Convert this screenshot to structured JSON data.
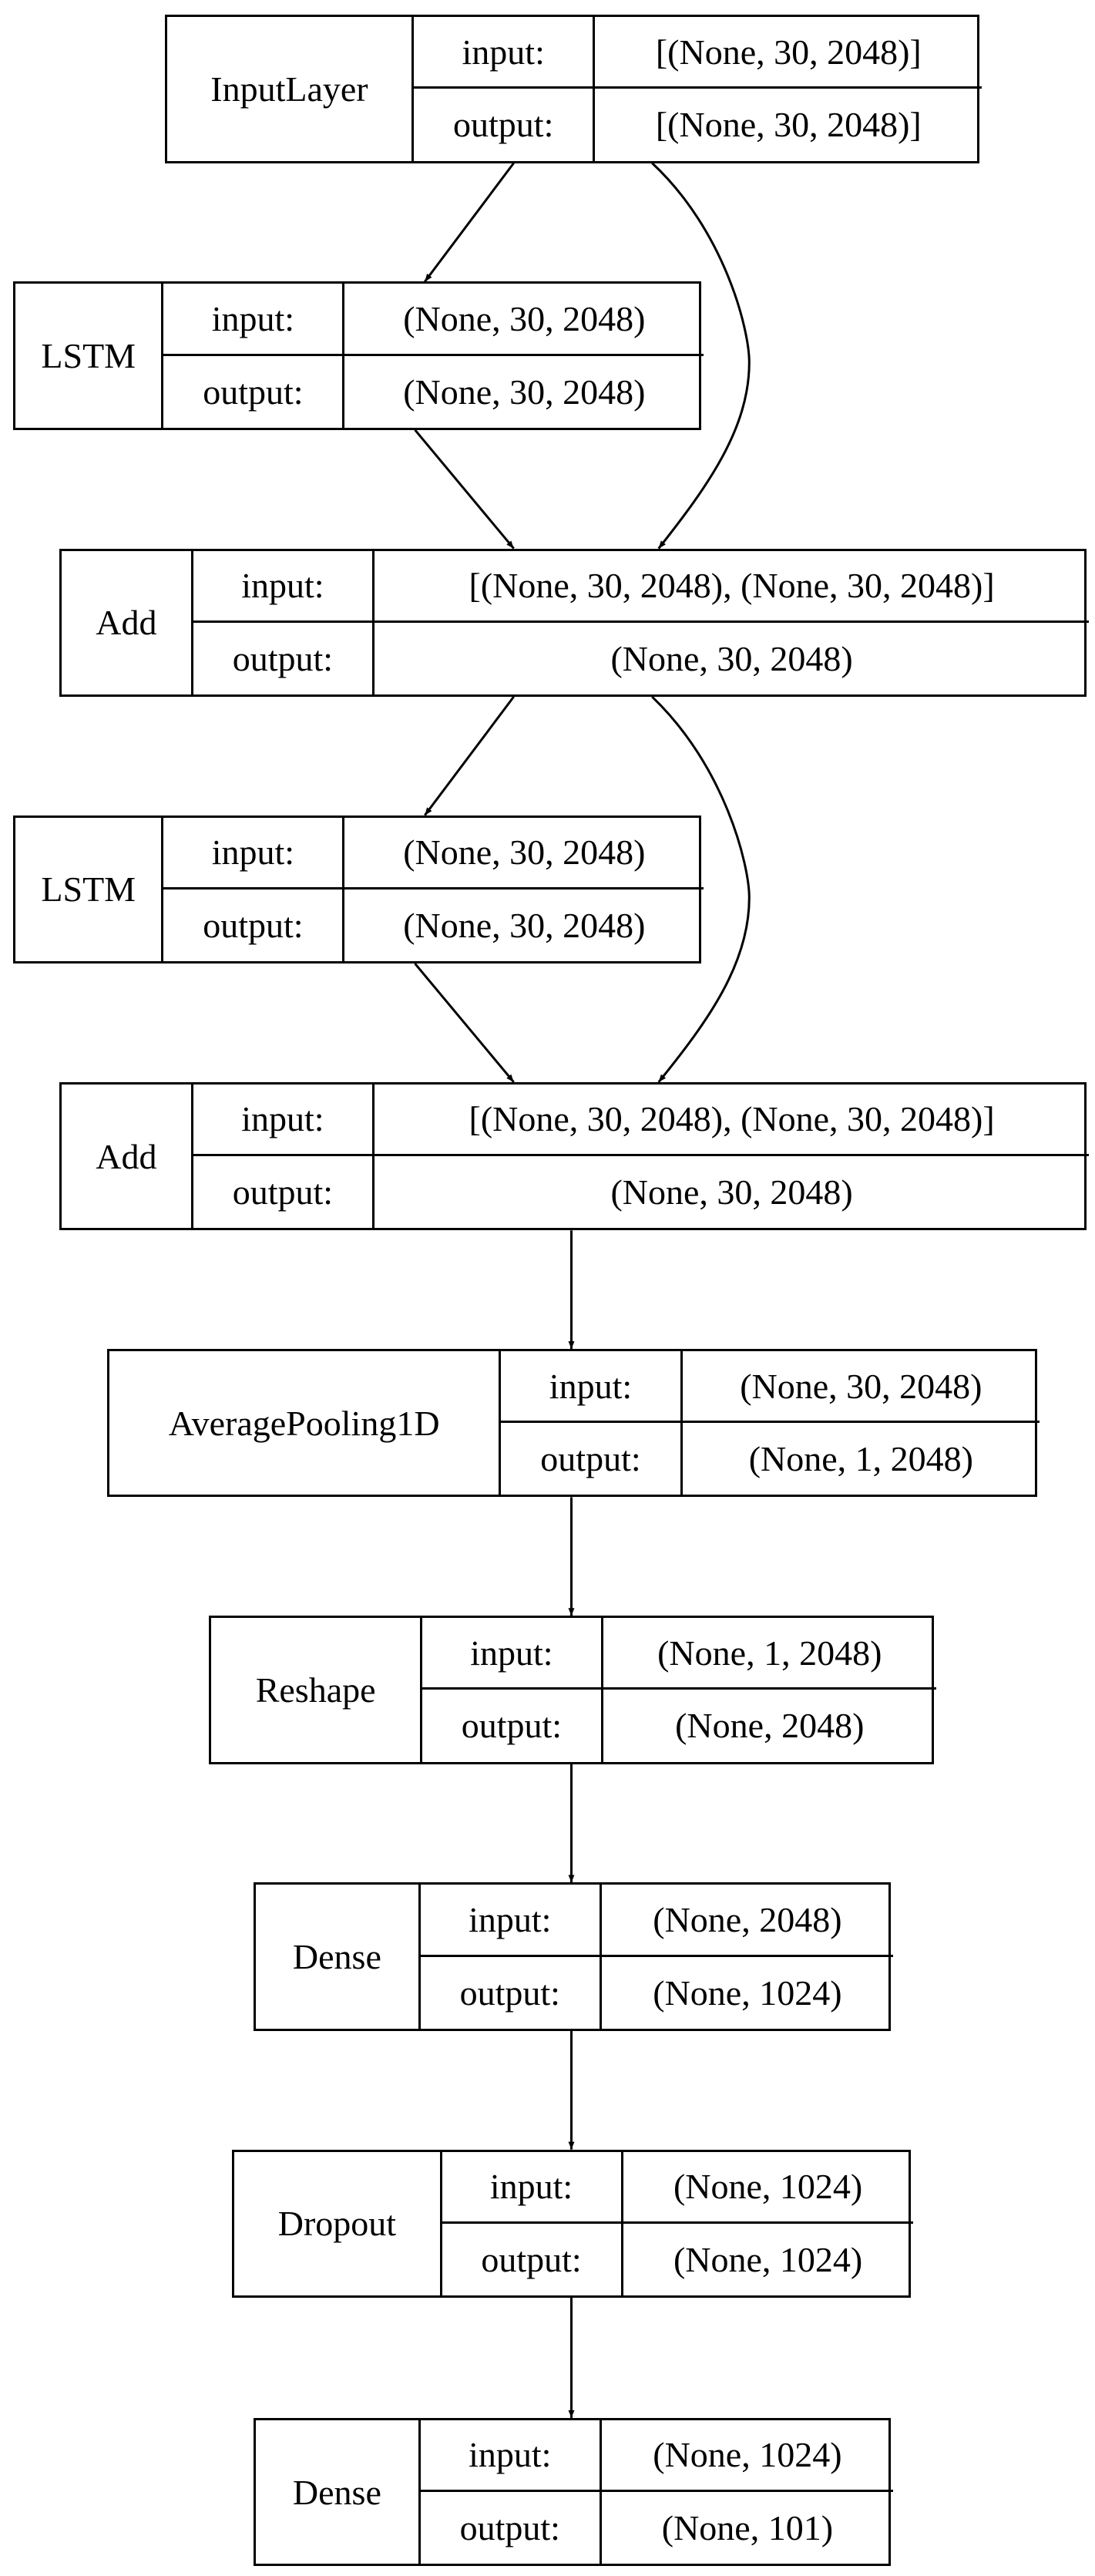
{
  "diagram": {
    "nodes": [
      {
        "name": "InputLayer",
        "input_label": "input:",
        "input": "[(None, 30, 2048)]",
        "output_label": "output:",
        "output": "[(None, 30, 2048)]"
      },
      {
        "name": "LSTM",
        "input_label": "input:",
        "input": "(None, 30, 2048)",
        "output_label": "output:",
        "output": "(None, 30, 2048)"
      },
      {
        "name": "Add",
        "input_label": "input:",
        "input": "[(None, 30, 2048), (None, 30, 2048)]",
        "output_label": "output:",
        "output": "(None, 30, 2048)"
      },
      {
        "name": "LSTM",
        "input_label": "input:",
        "input": "(None, 30, 2048)",
        "output_label": "output:",
        "output": "(None, 30, 2048)"
      },
      {
        "name": "Add",
        "input_label": "input:",
        "input": "[(None, 30, 2048), (None, 30, 2048)]",
        "output_label": "output:",
        "output": "(None, 30, 2048)"
      },
      {
        "name": "AveragePooling1D",
        "input_label": "input:",
        "input": "(None, 30, 2048)",
        "output_label": "output:",
        "output": "(None, 1, 2048)"
      },
      {
        "name": "Reshape",
        "input_label": "input:",
        "input": "(None, 1, 2048)",
        "output_label": "output:",
        "output": "(None, 2048)"
      },
      {
        "name": "Dense",
        "input_label": "input:",
        "input": "(None, 2048)",
        "output_label": "output:",
        "output": "(None, 1024)"
      },
      {
        "name": "Dropout",
        "input_label": "input:",
        "input": "(None, 1024)",
        "output_label": "output:",
        "output": "(None, 1024)"
      },
      {
        "name": "Dense",
        "input_label": "input:",
        "input": "(None, 1024)",
        "output_label": "output:",
        "output": "(None, 101)"
      }
    ],
    "edges": [
      {
        "from": 0,
        "to": 1
      },
      {
        "from": 0,
        "to": 2
      },
      {
        "from": 1,
        "to": 2
      },
      {
        "from": 2,
        "to": 3
      },
      {
        "from": 2,
        "to": 4
      },
      {
        "from": 3,
        "to": 4
      },
      {
        "from": 4,
        "to": 5
      },
      {
        "from": 5,
        "to": 6
      },
      {
        "from": 6,
        "to": 7
      },
      {
        "from": 7,
        "to": 8
      },
      {
        "from": 8,
        "to": 9
      }
    ]
  }
}
